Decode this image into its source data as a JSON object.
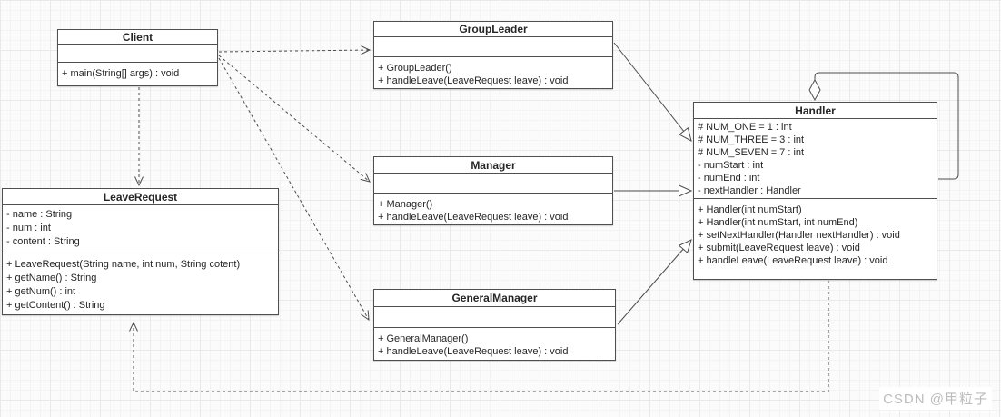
{
  "diagram": {
    "kind": "uml-class-diagram",
    "pattern": "chain-of-responsibility leave approval"
  },
  "classes": {
    "client": {
      "name": "Client",
      "attributes": [],
      "methods": [
        "+ main(String[] args) : void"
      ]
    },
    "group_leader": {
      "name": "GroupLeader",
      "attributes": [],
      "methods": [
        "+ GroupLeader()",
        "+ handleLeave(LeaveRequest leave) : void"
      ]
    },
    "manager": {
      "name": "Manager",
      "attributes": [],
      "methods": [
        "+ Manager()",
        "+ handleLeave(LeaveRequest leave) : void"
      ]
    },
    "general_manager": {
      "name": "GeneralManager",
      "attributes": [],
      "methods": [
        "+ GeneralManager()",
        "+ handleLeave(LeaveRequest leave) : void"
      ]
    },
    "handler": {
      "name": "Handler",
      "attributes": [
        "# NUM_ONE = 1 : int",
        "# NUM_THREE = 3 : int",
        "# NUM_SEVEN = 7 : int",
        "- numStart : int",
        "- numEnd : int",
        "- nextHandler : Handler"
      ],
      "methods": [
        "+ Handler(int numStart)",
        "+ Handler(int numStart, int numEnd)",
        "+ setNextHandler(Handler nextHandler) : void",
        "+ submit(LeaveRequest leave) : void",
        "+ handleLeave(LeaveRequest leave) : void"
      ]
    },
    "leave_request": {
      "name": "LeaveRequest",
      "attributes": [
        "- name : String",
        "- num : int",
        "- content : String"
      ],
      "methods": [
        "+ LeaveRequest(String name, int num, String cotent)",
        "+ getName() : String",
        "+ getNum() : int",
        "+ getContent() : String"
      ]
    }
  },
  "relationships": [
    {
      "from": "Client",
      "to": "GroupLeader",
      "type": "dependency"
    },
    {
      "from": "Client",
      "to": "Manager",
      "type": "dependency"
    },
    {
      "from": "Client",
      "to": "GeneralManager",
      "type": "dependency"
    },
    {
      "from": "Client",
      "to": "LeaveRequest",
      "type": "dependency"
    },
    {
      "from": "GroupLeader",
      "to": "Handler",
      "type": "generalization"
    },
    {
      "from": "Manager",
      "to": "Handler",
      "type": "generalization"
    },
    {
      "from": "GeneralManager",
      "to": "Handler",
      "type": "generalization"
    },
    {
      "from": "Handler",
      "to": "LeaveRequest",
      "type": "dependency"
    },
    {
      "from": "Handler",
      "to": "Handler",
      "type": "self-aggregation"
    }
  ],
  "watermark": "CSDN @甲粒子",
  "colors": {
    "box_border": "#4f4f4f",
    "wire": "#4d4d4d",
    "text": "#262626",
    "watermark": "#bcbcbc"
  }
}
